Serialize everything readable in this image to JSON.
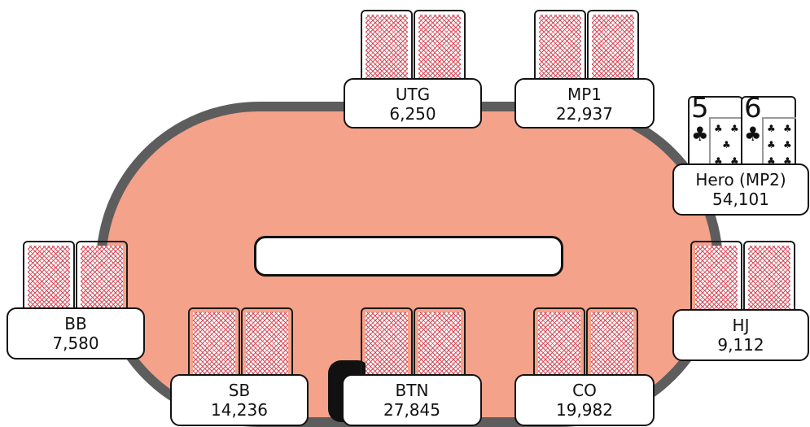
{
  "table": {
    "felt_color": "#f4a28a",
    "rail_color": "#5d5d5d",
    "board": "",
    "dealer_button": "BTN"
  },
  "seats": {
    "utg": {
      "name": "UTG",
      "stack": "6,250",
      "cards": "face-down"
    },
    "mp1": {
      "name": "MP1",
      "stack": "22,937",
      "cards": "face-down"
    },
    "hero": {
      "name": "Hero (MP2)",
      "stack": "54,101",
      "cards": [
        {
          "rank": "5",
          "suit": "♣"
        },
        {
          "rank": "6",
          "suit": "♣"
        }
      ]
    },
    "hj": {
      "name": "HJ",
      "stack": "9,112",
      "cards": "face-down"
    },
    "co": {
      "name": "CO",
      "stack": "19,982",
      "cards": "face-down"
    },
    "btn": {
      "name": "BTN",
      "stack": "27,845",
      "cards": "face-down"
    },
    "sb": {
      "name": "SB",
      "stack": "14,236",
      "cards": "face-down"
    },
    "bb": {
      "name": "BB",
      "stack": "7,580",
      "cards": "face-down"
    }
  },
  "card_back": {
    "pattern_color": "#d94a58"
  }
}
